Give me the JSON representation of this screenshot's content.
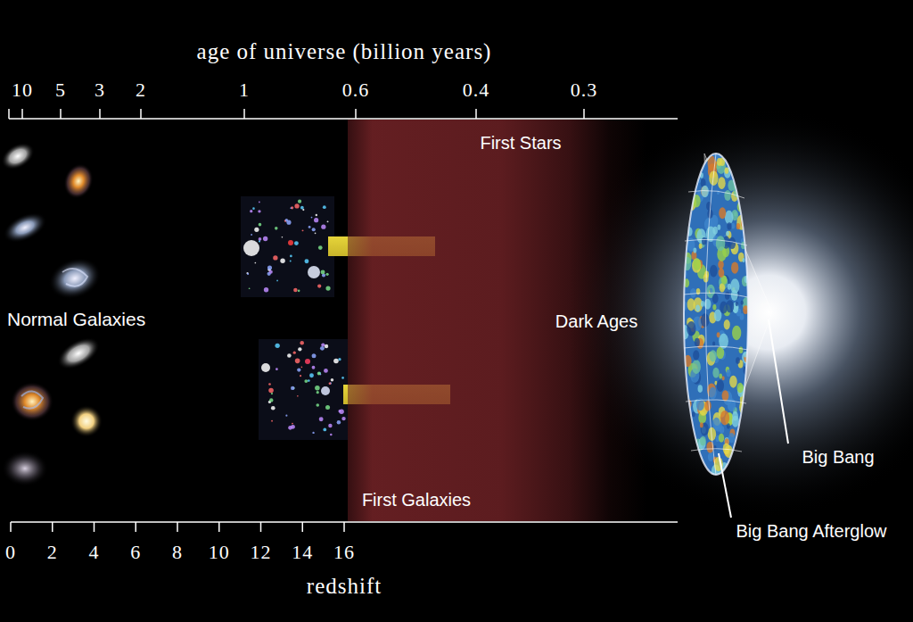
{
  "diagram": {
    "nodes": [
      {
        "text": [
          "First Stars",
          "Dark Ages",
          "First Galaxies"
        ]
      }
    ],
    "labels": [
      "age of universe (billion years)",
      "10",
      "5",
      "3",
      "2",
      "1",
      "0.6",
      "0.4",
      "0.3",
      "Normal Galaxies",
      "Big Bang",
      "Big Bang Afterglow",
      "0",
      "2",
      "4",
      "6",
      "8",
      "10",
      "12",
      "14",
      "16",
      "redshift"
    ]
  }
}
